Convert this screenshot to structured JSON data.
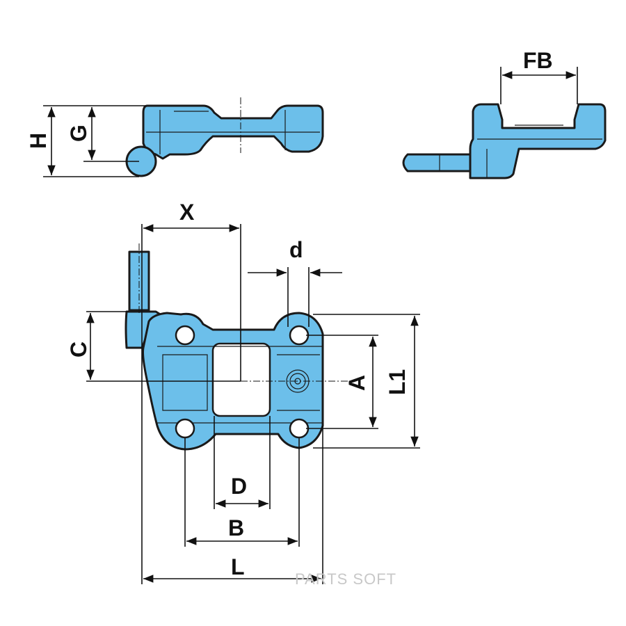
{
  "colors": {
    "part_fill": "#6cbfea",
    "line": "#111111",
    "watermark": "#c8c8c8"
  },
  "labels": {
    "H": "H",
    "G": "G",
    "FB": "FB",
    "X": "X",
    "d": "d",
    "C": "C",
    "A": "A",
    "L1": "L1",
    "D": "D",
    "B": "B",
    "L": "L"
  },
  "watermark": "PARTS SOFT"
}
